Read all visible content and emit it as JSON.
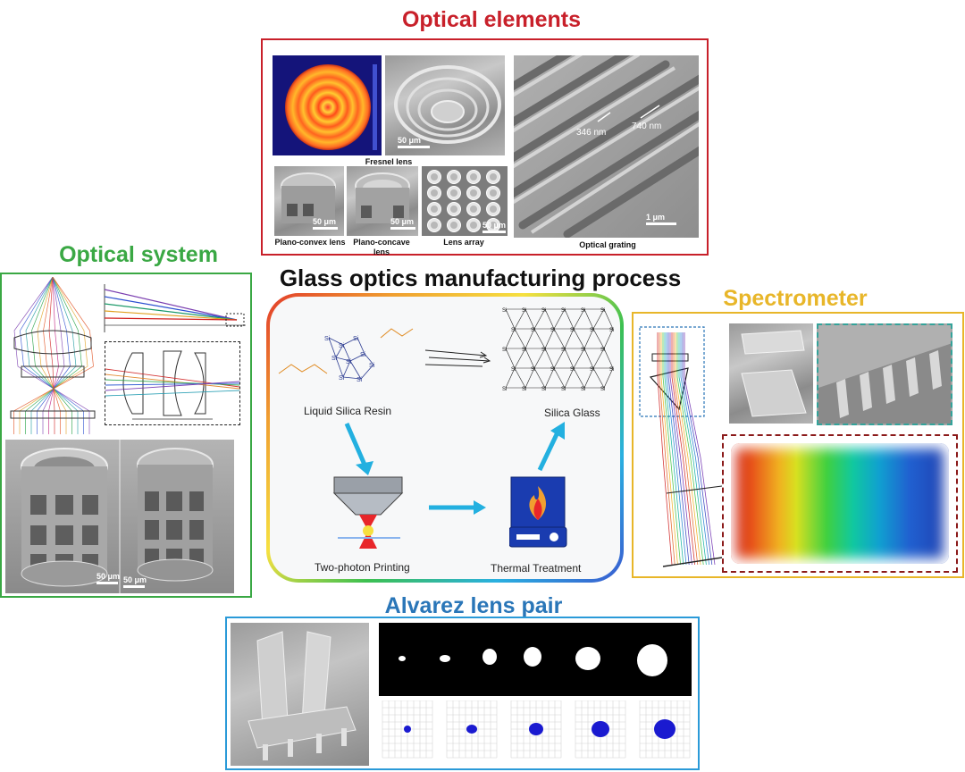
{
  "colors": {
    "optical_elements": "#c8202a",
    "optical_system": "#3aa844",
    "spectrometer": "#e8b629",
    "alvarez": "#2a76b8",
    "teal": "#34a39a",
    "arrow_blue": "#23b0e0"
  },
  "titles": {
    "optical_elements": "Optical elements",
    "optical_system": "Optical system",
    "center": "Glass optics manufacturing process",
    "spectrometer": "Spectrometer",
    "alvarez": "Alvarez lens pair"
  },
  "optical_elements": {
    "fresnel_caption": "Fresnel lens",
    "fresnel_scale": "50 μm",
    "planoconvex_caption": "Plano-convex lens",
    "planoconcave_caption": "Plano-concave lens",
    "lens_scale_1": "50 μm",
    "lens_scale_2": "50 μm",
    "lens_array_caption": "Lens array",
    "lens_array_scale": "50 μm",
    "grating_caption": "Optical grating",
    "grating_scale": "1 μm",
    "grating_dim_1": "346 nm",
    "grating_dim_2": "740 nm"
  },
  "optical_system": {
    "scale_1": "50 μm",
    "scale_2": "50 μm"
  },
  "process": {
    "liquid_resin": "Liquid Silica Resin",
    "silica_glass": "Silica Glass",
    "two_photon": "Two-photon Printing",
    "thermal": "Thermal Treatment"
  }
}
